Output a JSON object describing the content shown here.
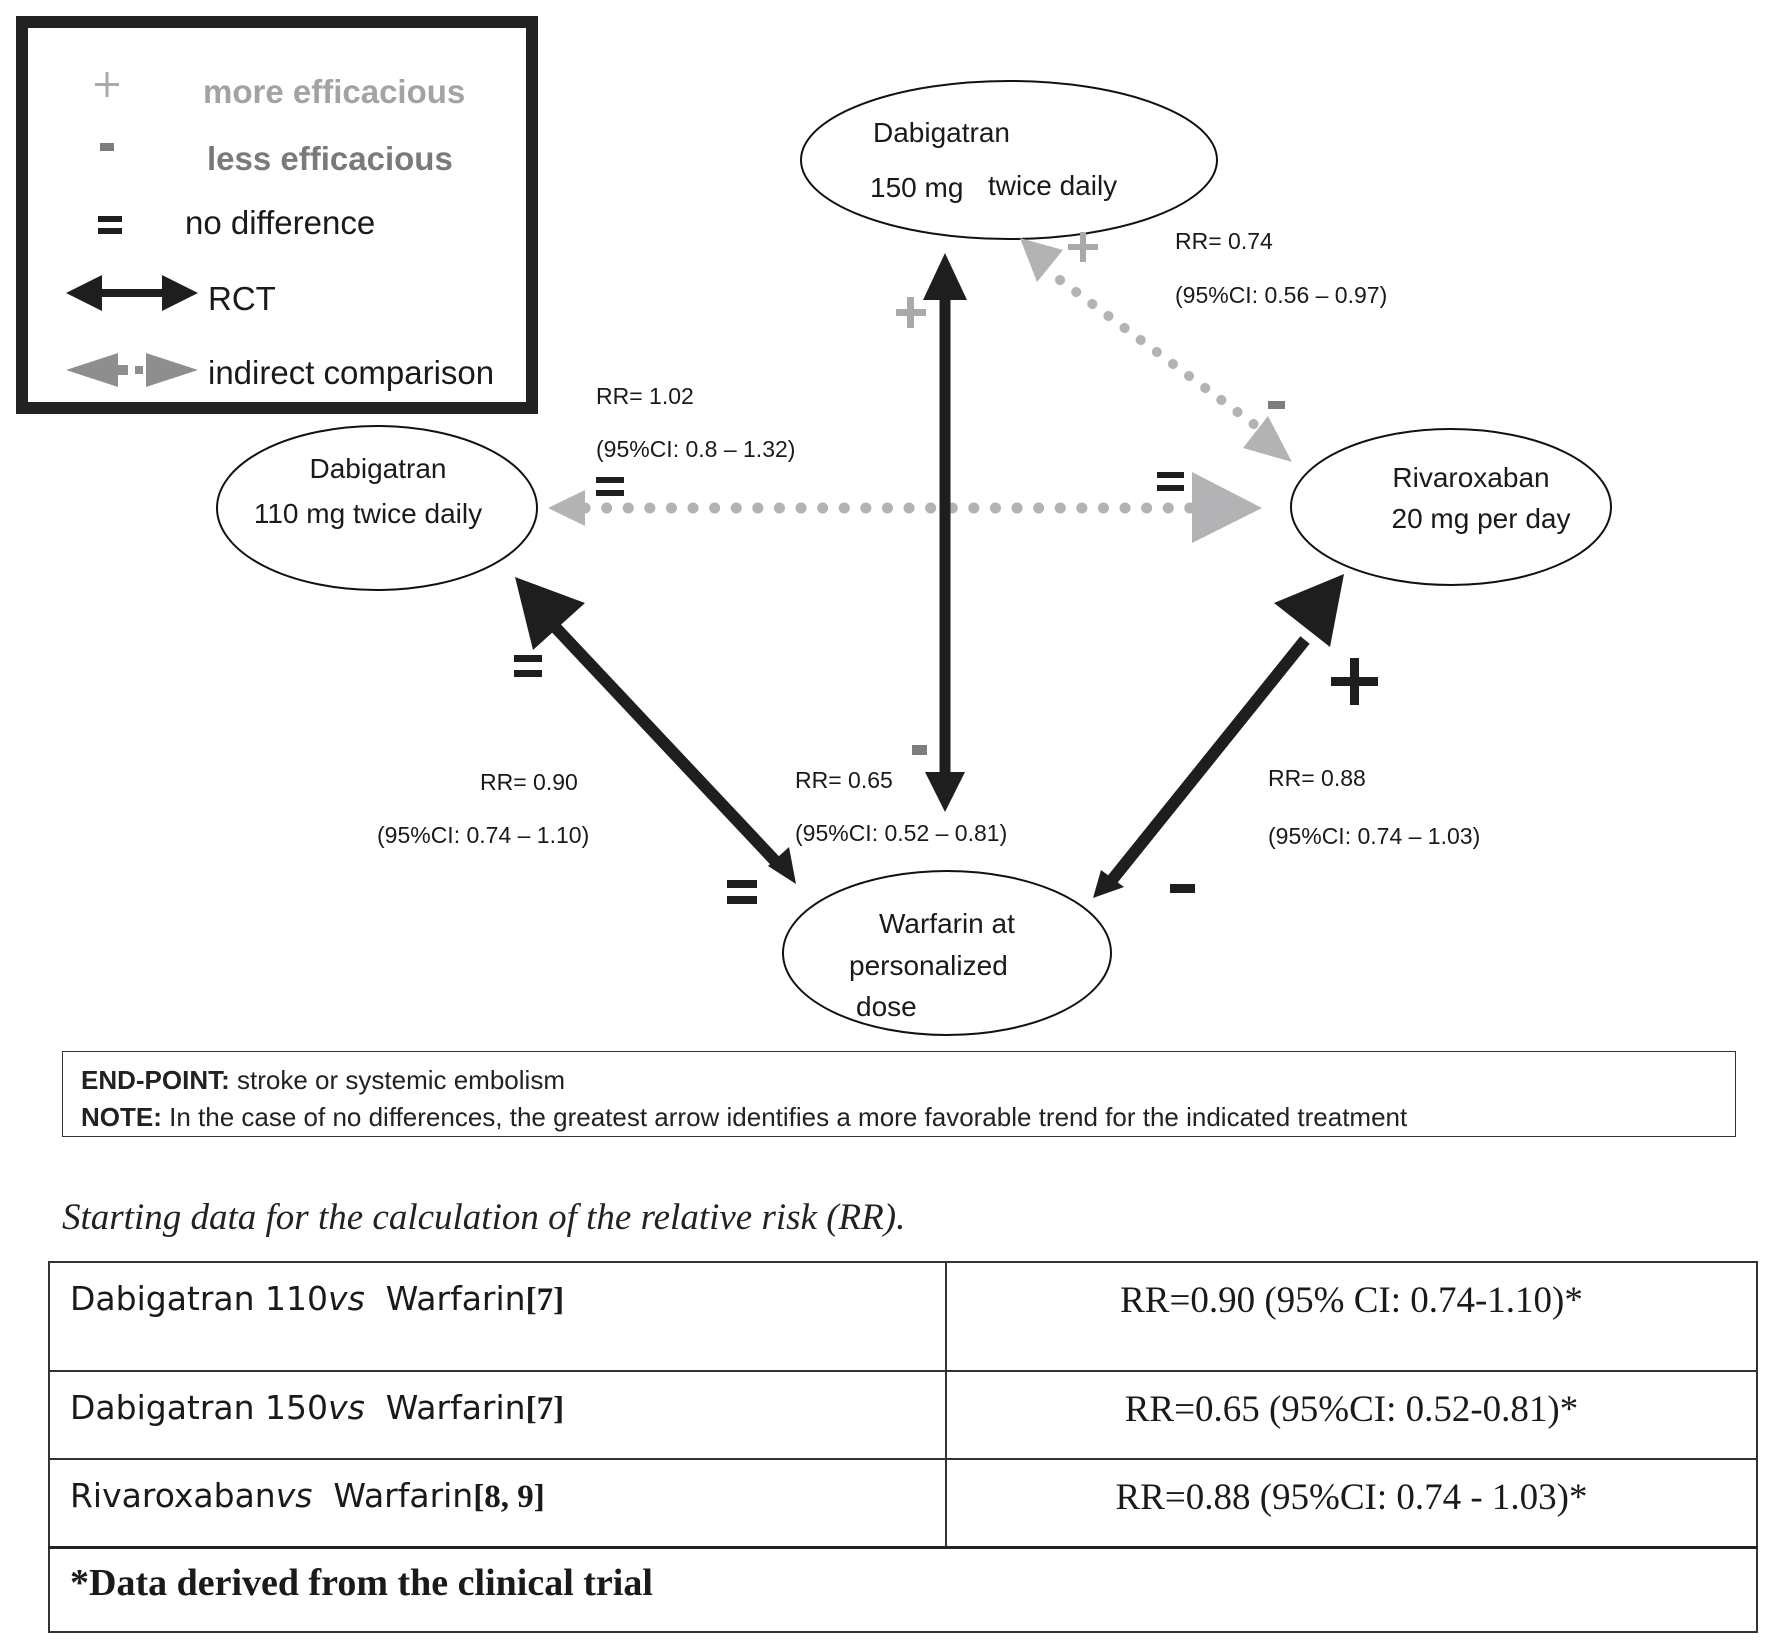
{
  "legend": {
    "items": [
      {
        "symbol": "+",
        "label": "more efficacious",
        "icon": "plus-icon"
      },
      {
        "symbol": "-",
        "label": "less efficacious",
        "icon": "minus-icon"
      },
      {
        "symbol": "=",
        "label": "no difference",
        "icon": "equals-icon"
      },
      {
        "symbol": "double-arrow",
        "label": "RCT",
        "icon": "solid-double-arrow-icon"
      },
      {
        "symbol": "dotted-double-arrow",
        "label": "indirect comparison",
        "icon": "dotted-double-arrow-icon"
      }
    ]
  },
  "nodes": {
    "dabi150": {
      "line1": "Dabigatran",
      "line2a": "150 mg",
      "line2b": "twice daily"
    },
    "dabi110": {
      "line1": "Dabigatran",
      "line2": "110 mg twice daily"
    },
    "riva": {
      "line1": "Rivaroxaban",
      "line2": "20 mg per day"
    },
    "warfarin": {
      "line1": "Warfarin at",
      "line2": "personalized",
      "line3": "dose"
    }
  },
  "comparisons": {
    "dabi150_riva": {
      "type": "indirect",
      "rr": "RR= 0.74",
      "ci": "(95%CI: 0.56  – 0.97)",
      "mark_a": "+",
      "mark_b": "-"
    },
    "dabi110_riva": {
      "type": "indirect",
      "rr": "RR= 1.02",
      "ci": "(95%CI: 0.8 – 1.32)",
      "mark_a": "=",
      "mark_b": "="
    },
    "dabi150_warf": {
      "type": "RCT",
      "rr": "RR= 0.65",
      "ci": "(95%CI:  0.52 – 0.81)",
      "mark_a": "+",
      "mark_b": "-"
    },
    "dabi110_warf": {
      "type": "RCT",
      "rr": "RR= 0.90",
      "ci": "(95%CI: 0.74 – 1.10)",
      "mark_a": "=",
      "mark_b": "="
    },
    "riva_warf": {
      "type": "RCT",
      "rr": "RR= 0.88",
      "ci": "(95%CI:  0.74 – 1.03)",
      "mark_a": "+",
      "mark_b": "-"
    }
  },
  "endpoint": {
    "label1": "END-POINT:",
    "text1": "stroke or  systemic embolism",
    "label2": "NOTE:",
    "text2": "In the case of no differences, the greatest arrow identifies a more favorable trend for the indicated treatment"
  },
  "caption": "Starting data for the calculation of the relative risk (RR).",
  "table": {
    "rows": [
      {
        "drug": "Dabigatran 110",
        "vs": "vs",
        "comparator": "Warfarin",
        "ref": "[7]",
        "value": "RR=0.90 (95% CI: 0.74-1.10)*"
      },
      {
        "drug": "Dabigatran 150",
        "vs": "vs",
        "comparator": "Warfarin",
        "ref": "[7]",
        "value": "RR=0.65 (95%CI: 0.52-0.81)*"
      },
      {
        "drug": "Rivaroxaban",
        "vs": "vs",
        "comparator": "Warfarin",
        "ref": "[8, 9]",
        "value": "RR=0.88 (95%CI: 0.74 - 1.03)*"
      }
    ],
    "footnote": "*Data derived from the clinical trial"
  },
  "colors": {
    "rct": "#1e1e1e",
    "indirect": "#b3b3b5",
    "plus_light": "#a9a9ab",
    "minus_grey": "#7d7d7f",
    "text": "#1a1a1a"
  }
}
